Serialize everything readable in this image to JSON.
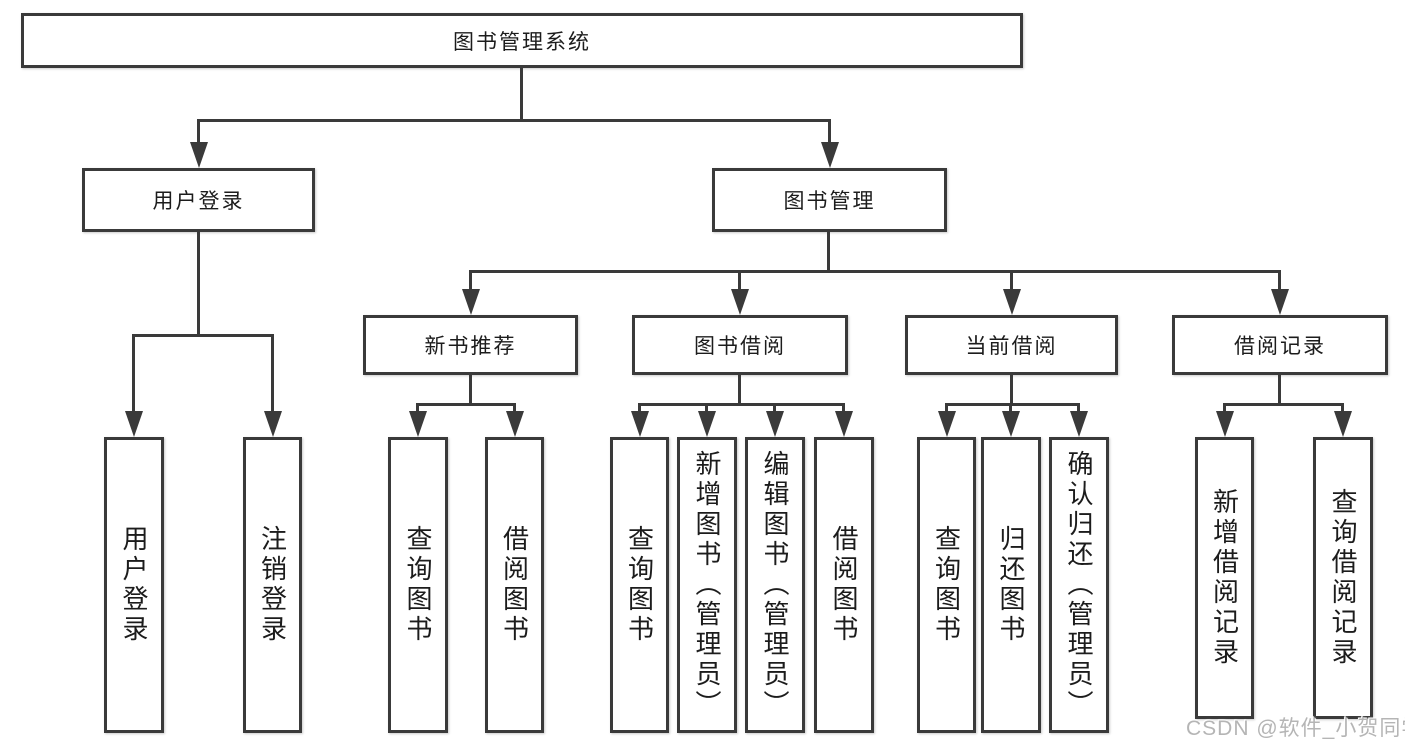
{
  "watermark": "CSDN @软件_小贺同学",
  "colors": {
    "line": "#3a3a3a",
    "box_border": "#3a3a3a",
    "text": "#1c1c1c",
    "watermark": "#b5b5b5",
    "background": "#ffffff"
  },
  "tree": {
    "label": "图书管理系统",
    "children": [
      {
        "label": "用户登录",
        "children": [
          {
            "label": "用户登录"
          },
          {
            "label": "注销登录"
          }
        ]
      },
      {
        "label": "图书管理",
        "children": [
          {
            "label": "新书推荐",
            "children": [
              {
                "label": "查询图书"
              },
              {
                "label": "借阅图书"
              }
            ]
          },
          {
            "label": "图书借阅",
            "children": [
              {
                "label": "查询图书"
              },
              {
                "label": "新增图书（管理员）"
              },
              {
                "label": "编辑图书（管理员）"
              },
              {
                "label": "借阅图书"
              }
            ]
          },
          {
            "label": "当前借阅",
            "children": [
              {
                "label": "查询图书"
              },
              {
                "label": "归还图书"
              },
              {
                "label": "确认归还（管理员）"
              }
            ]
          },
          {
            "label": "借阅记录",
            "children": [
              {
                "label": "新增借阅记录"
              },
              {
                "label": "查询借阅记录"
              }
            ]
          }
        ]
      }
    ]
  }
}
